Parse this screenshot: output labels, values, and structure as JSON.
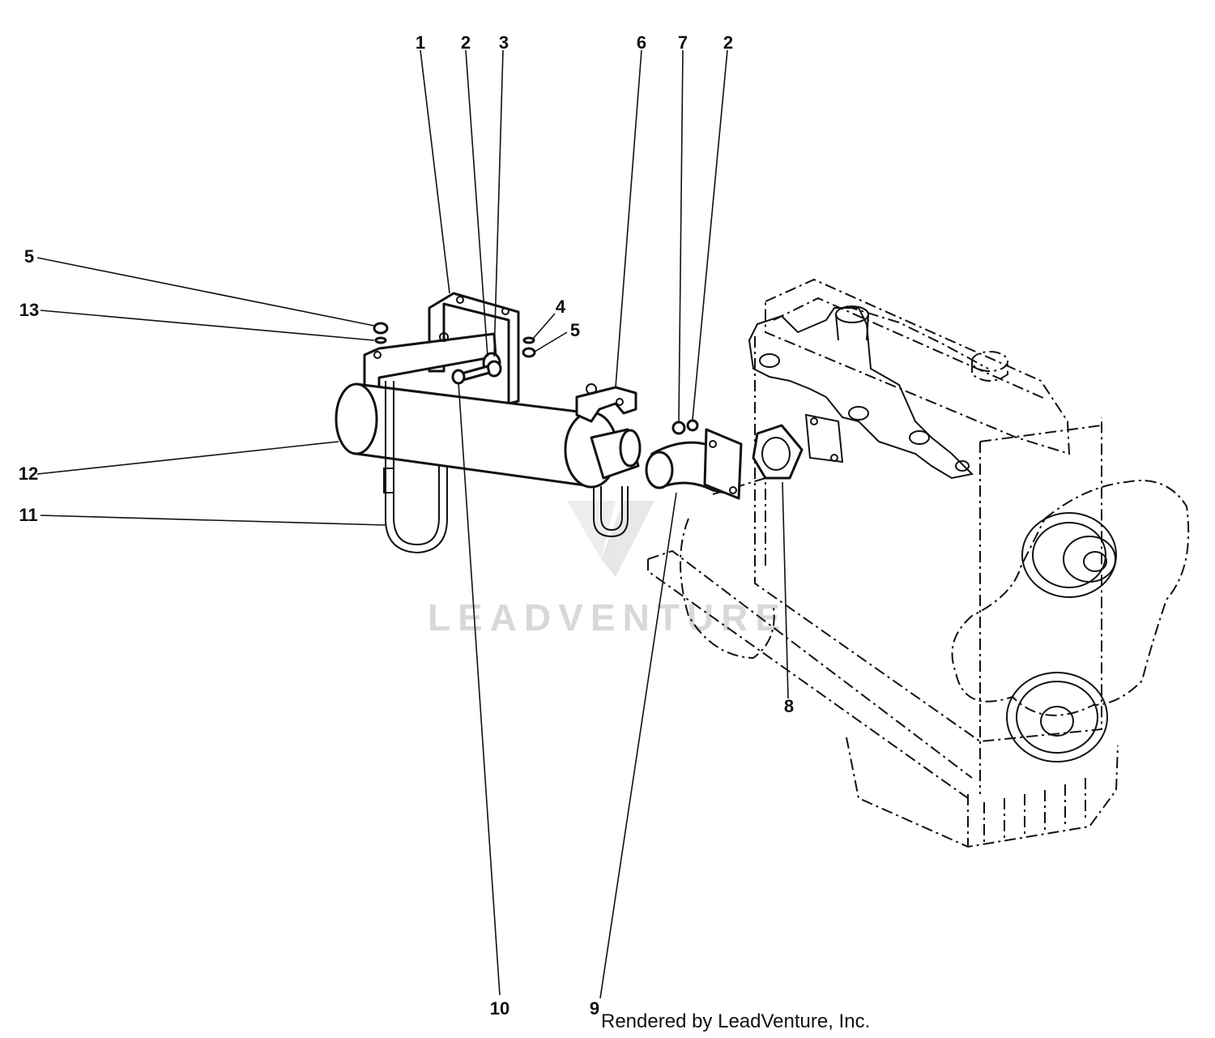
{
  "diagram": {
    "callouts": [
      {
        "id": "c1",
        "label": "1"
      },
      {
        "id": "c2a",
        "label": "2"
      },
      {
        "id": "c3",
        "label": "3"
      },
      {
        "id": "c6",
        "label": "6"
      },
      {
        "id": "c7",
        "label": "7"
      },
      {
        "id": "c2b",
        "label": "2"
      },
      {
        "id": "c5a",
        "label": "5"
      },
      {
        "id": "c13",
        "label": "13"
      },
      {
        "id": "c4",
        "label": "4"
      },
      {
        "id": "c5b",
        "label": "5"
      },
      {
        "id": "c12",
        "label": "12"
      },
      {
        "id": "c11",
        "label": "11"
      },
      {
        "id": "c8",
        "label": "8"
      },
      {
        "id": "c10",
        "label": "10"
      },
      {
        "id": "c9",
        "label": "9"
      }
    ]
  },
  "watermark": "LEADVENTURE",
  "footer": "Rendered by LeadVenture, Inc."
}
